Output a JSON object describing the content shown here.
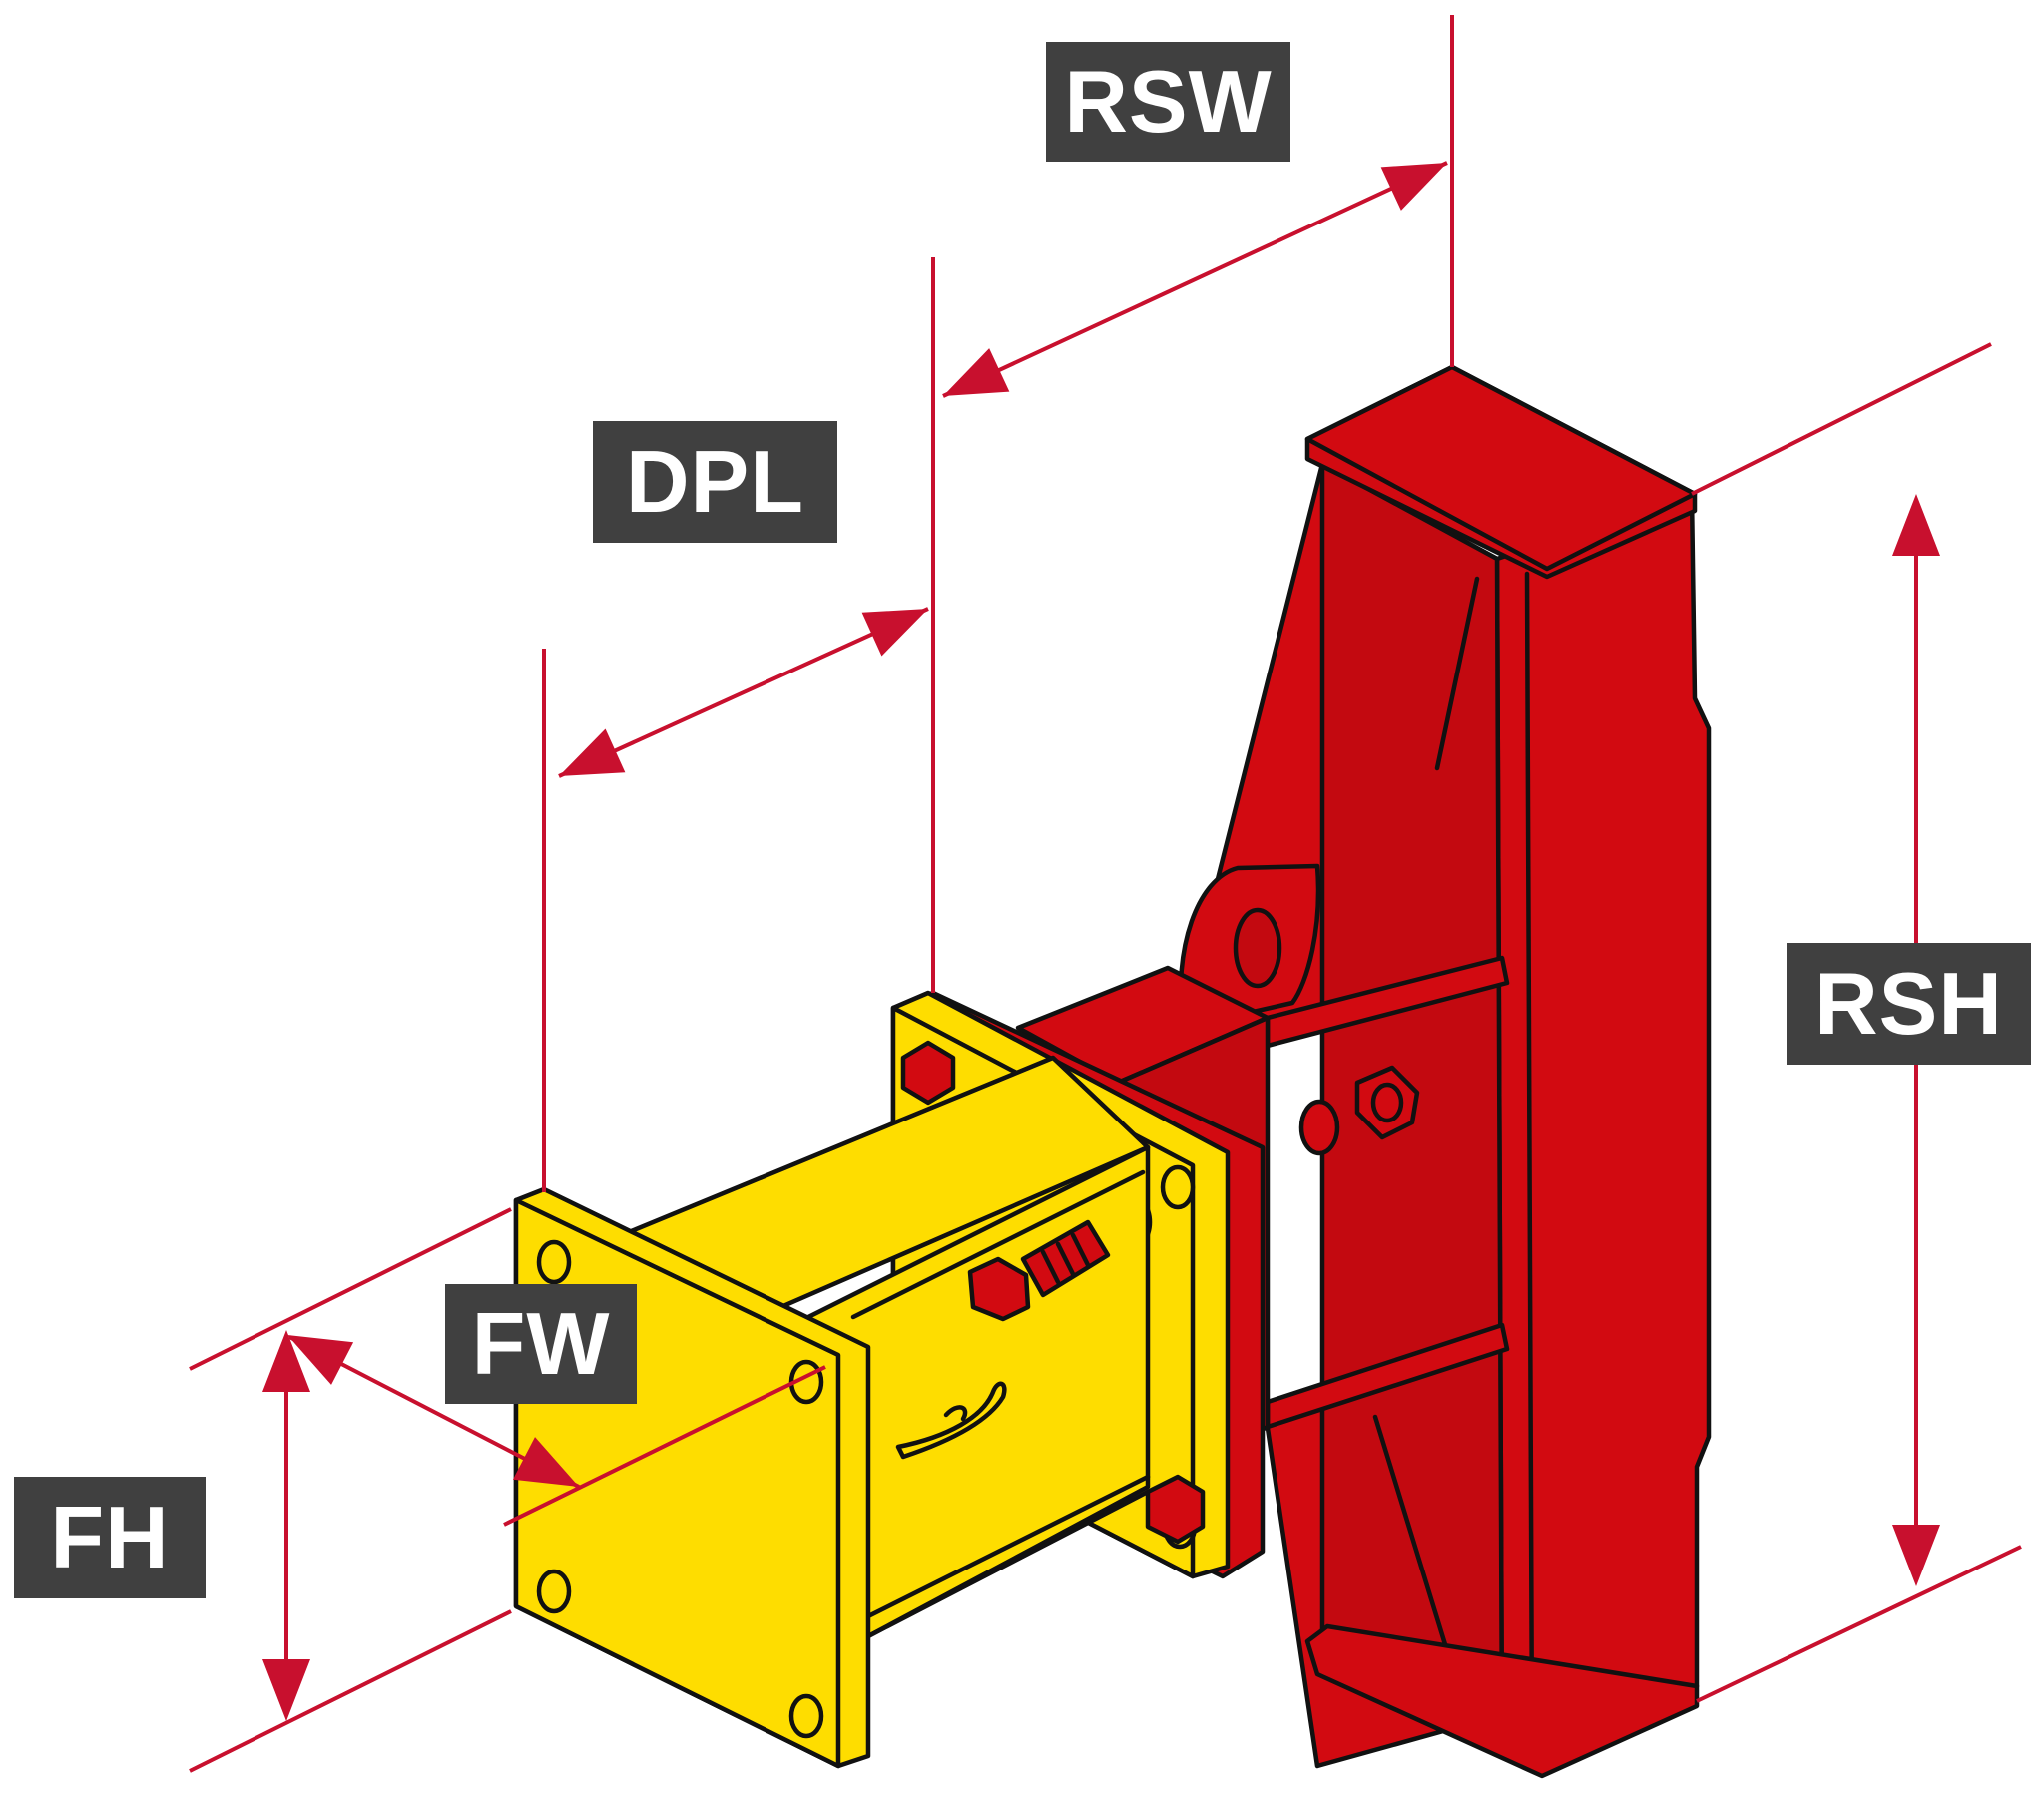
{
  "labels": {
    "rsw": "RSW",
    "dpl": "DPL",
    "rsh": "RSH",
    "fw": "FW",
    "fh": "FH"
  },
  "colors": {
    "steel_red": "#d20a11",
    "plate_yellow": "#fedd00",
    "dimension_line": "#c8102e",
    "label_bg": "#404040",
    "label_text": "#ffffff",
    "outline": "#111111"
  }
}
